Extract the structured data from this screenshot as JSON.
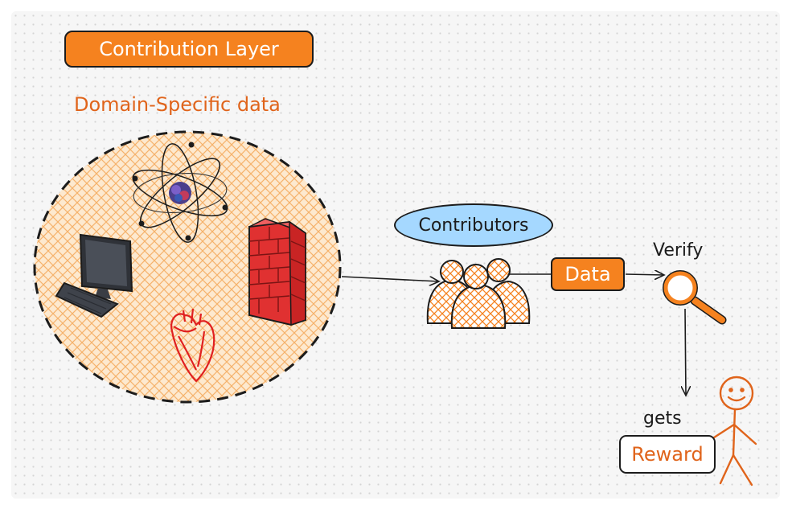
{
  "diagram": {
    "title": "Contribution Layer",
    "domain_label": "Domain-Specific data",
    "contributors_label": "Contributors",
    "data_label": "Data",
    "verify_label": "Verify",
    "gets_label": "gets",
    "reward_label": "Reward",
    "icons": [
      "atom-icon",
      "computer-icon",
      "firewall-icon",
      "heart-icon",
      "people-group-icon",
      "magnifier-icon",
      "stick-figure-icon"
    ]
  },
  "colors": {
    "accent_orange": "#f5821f",
    "label_orange": "#e0641b",
    "contributors_fill": "#a5d8ff",
    "stroke": "#1c1c1c",
    "heart_red": "#e02020",
    "brick_red": "#e03131",
    "domain_fill": "#fde9cf"
  }
}
